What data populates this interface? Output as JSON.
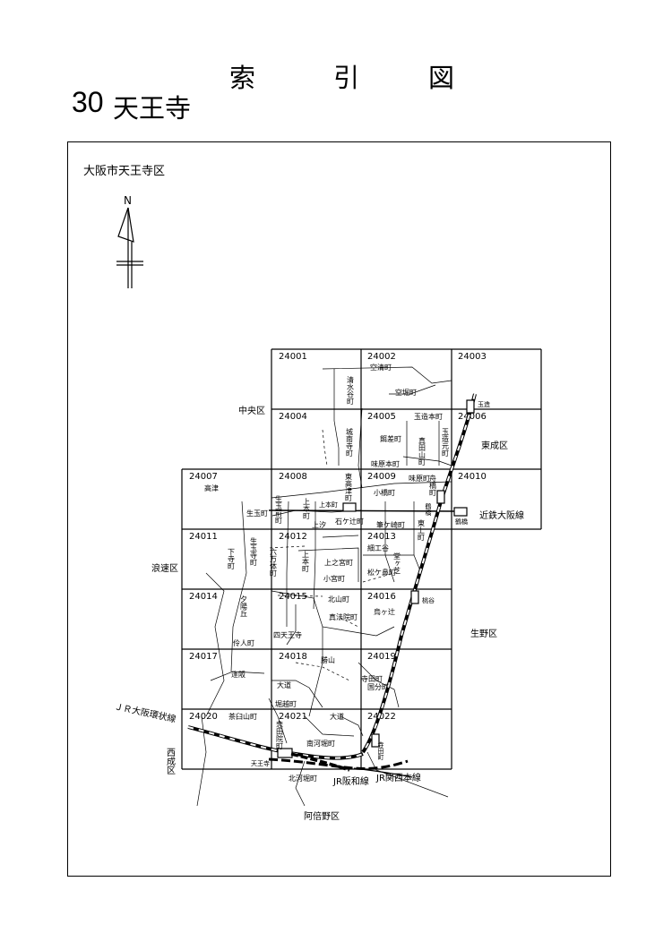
{
  "header": {
    "title_chars": [
      "索",
      "引",
      "図"
    ],
    "number": "30",
    "ward_name": "天王寺"
  },
  "map": {
    "city_label": "大阪市天王寺区",
    "north": "N",
    "sheets": [
      "24001",
      "24002",
      "24003",
      "24004",
      "24005",
      "24006",
      "24007",
      "24008",
      "24009",
      "24010",
      "24011",
      "24012",
      "24013",
      "24014",
      "24015",
      "24016",
      "24017",
      "24018",
      "24019",
      "24020",
      "24021",
      "24022"
    ],
    "neighbor_wards": {
      "chuo": "中央区",
      "higashinari": "東成区",
      "naniwa": "浪速区",
      "ikuno": "生野区",
      "nishinari": "西成区",
      "abeno": "阿倍野区"
    },
    "railways": {
      "jr_loop": "ＪＲ大阪環状線",
      "kintetsu": "近鉄大阪線",
      "jr_hanwa": "JR阪和線",
      "jr_kansai": "JR関西本線"
    },
    "stations": {
      "tamatsukuri": "玉造",
      "tsuruhashi_jr": "鶴橋",
      "tsuruhashi_kt": "鶴橋",
      "uehommachi": "上本町",
      "momodani": "桃谷",
      "tennoji": "天王寺",
      "teradacho": "寺田町"
    },
    "towns": {
      "sora_kiyo": "空清町",
      "shimizudani": "清水谷町",
      "sora_hori": "空堀町",
      "tamatsukurimoto": "玉造本町",
      "tamatsukurimotomachi": "玉造元町",
      "shironan": "城南寺町",
      "kagasa": "餌差町",
      "sanada": "真田山町",
      "ajihara_hon": "味原本町",
      "ajihara": "味原町",
      "takatsu": "高津",
      "higashitakatsu": "東高津町",
      "kobashi": "小橋町",
      "funahashi": "舟橋町",
      "ikutama": "生玉町",
      "ikutama_mae": "生玉前町",
      "uehon_ue": "上本町",
      "uehon_shio": "上汐",
      "ishigatsuji": "石ケ辻町",
      "fudegasaki": "筆ケ崎町",
      "higashiue": "東上町",
      "ikutama_tera": "生玉寺町",
      "shimodera": "下寺町",
      "rokumanntai": "六万体町",
      "uehonmachi2": "上本町",
      "uenomiya": "上之宮町",
      "komiya": "小宮町",
      "saikudani": "細工谷",
      "matsugahana": "松ケ鼻町",
      "dogashiba": "堂ヶ芝",
      "yuhigaoka": "夕陽丘",
      "kitayama": "北山町",
      "shinpoin": "真法院町",
      "karasugatsuji": "烏ヶ辻",
      "shitennoji": "四天王寺",
      "tenninmachi": "伶人町",
      "katsuyama": "勝山",
      "teradamachi": "寺田町",
      "osaka": "逢阪",
      "odo": "大道",
      "kokubu": "国分町",
      "horikoshi": "堀越町",
      "chausuyama": "茶臼山町",
      "odo2": "大道",
      "etaoin": "悲田院町",
      "minamikawahori": "南河堀町",
      "kitakawahori": "北河堀町"
    }
  }
}
